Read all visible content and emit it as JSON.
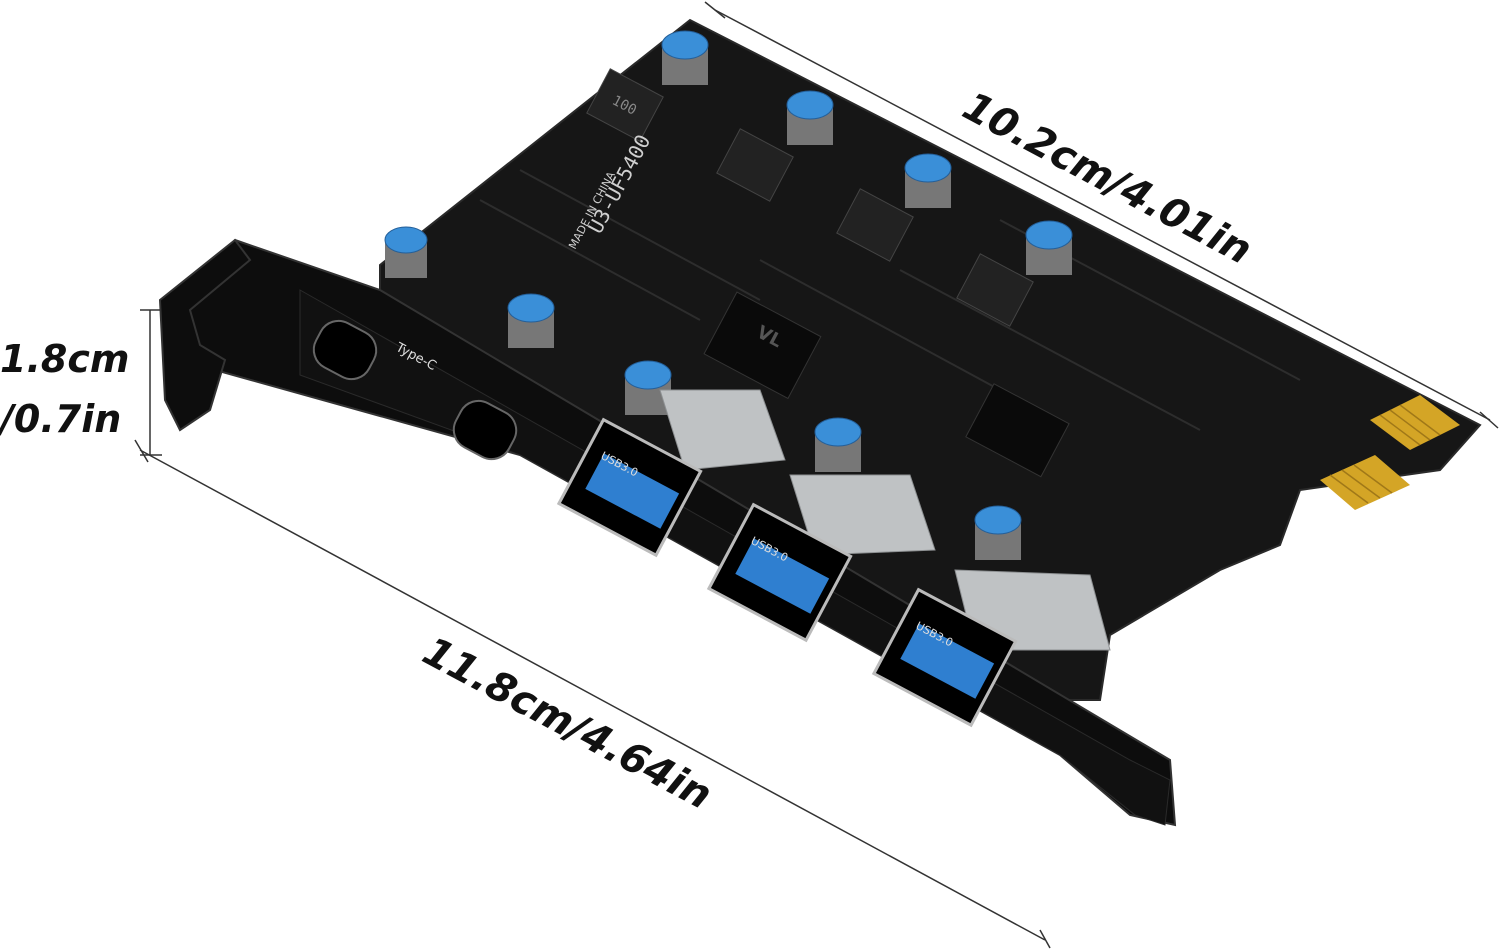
{
  "dimensions": {
    "width": "10.2cm/4.01in",
    "length": "11.8cm/4.64in",
    "height_cm": "1.8cm",
    "height_in": "/0.7in"
  },
  "board_text": {
    "model": "U3-UF5400",
    "made_in": "MADE IN CHINA",
    "type_c": "Type-C",
    "usb_port_label": "USB3.0",
    "inductor_mark": "100",
    "chip_mark": "VL"
  },
  "colors": {
    "pcb": "#161616",
    "bracket": "#0d0d0d",
    "usb_blue": "#2f7fd0",
    "gold_contacts": "#d4a526",
    "capacitor_blue": "#3a8fd8",
    "metal": "#bfc2c4"
  },
  "usb_ports": [
    {
      "label": "USB3.0"
    },
    {
      "label": "USB3.0"
    },
    {
      "label": "USB3.0"
    }
  ]
}
